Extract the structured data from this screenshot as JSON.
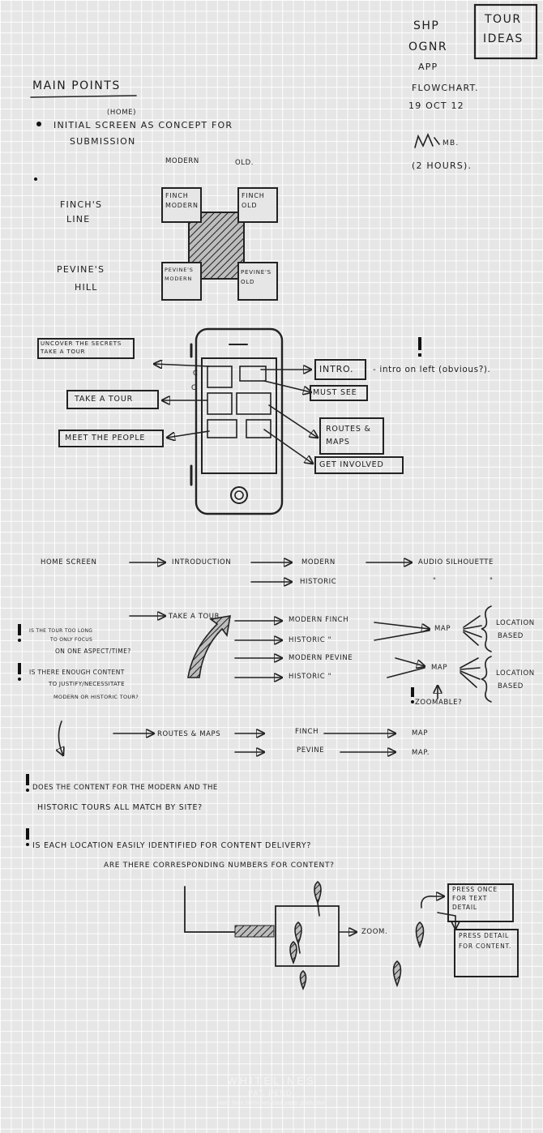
{
  "header": {
    "title_lines": [
      "SHP",
      "OGNR",
      "APP",
      "FLOWCHART."
    ],
    "date": "19 OCT 12",
    "signature": "mb.",
    "duration": "(2 HOURS)."
  },
  "tag_box": {
    "line1": "TOUR",
    "line2": "IDEAS"
  },
  "main_points": {
    "heading": "MAIN POINTS",
    "home_note": "(HOME)",
    "point1_line1": "INITIAL SCREEN AS CONCEPT FOR",
    "point1_line2": "SUBMISSION",
    "col_modern": "MODERN",
    "col_old": "OLD.",
    "row_finch": "FINCH'S",
    "row_finch2": "LINE",
    "row_pevine": "PEVINE'S",
    "row_pevine2": "HILL",
    "tiles": [
      "FINCH MODERN",
      "FINCH OLD",
      "PEVINE'S MODERN",
      "PEVINE'S OLD"
    ]
  },
  "phone_sketch": {
    "left_labels": [
      "UNCOVER THE SECRETS TAKE A TOUR",
      "TAKE A TOUR",
      "MEET THE PEOPLE"
    ],
    "right_labels": [
      "INTRO.",
      "MUST SEE",
      "ROUTES & MAPS",
      "GET INVOLVED"
    ],
    "intro_note": "- intro on left (obvious?).",
    "c_marks": [
      "C",
      "C"
    ]
  },
  "flow": {
    "home": "HOME SCREEN",
    "intro": "INTRODUCTION",
    "modern": "MODERN",
    "audio": "AUDIO SILHOUETTE",
    "historic": "HISTORIC",
    "ditto": "\"",
    "take_tour": "TAKE A TOUR",
    "modern_finch": "MODERN FINCH",
    "historic_ditto": "HISTORIC \"",
    "modern_pevine": "MODERN PEVINE",
    "map": "MAP",
    "location_based": [
      "LOCATION",
      "BASED"
    ],
    "zoomable": "ZOOMABLE?",
    "routes_maps": "ROUTES & MAPS",
    "finch": "FINCH",
    "pevine": "PEVINE",
    "map_dot": "MAP.",
    "q_long1": "IS THE TOUR TOO LONG",
    "q_long2": "TO ONLY FOCUS",
    "q_long3": "ON ONE ASPECT/TIME?",
    "q_enough1": "IS THERE ENOUGH CONTENT",
    "q_enough2": "TO JUSTIFY/NECESSITATE",
    "q_enough3": "MODERN OR HISTORIC TOUR?"
  },
  "questions": {
    "q1_line1": "DOES THE CONTENT FOR THE MODERN AND THE",
    "q1_line2": "HISTORIC TOURS ALL MATCH BY SITE?",
    "q2_line1": "IS EACH LOCATION EASILY IDENTIFIED FOR CONTENT DELIVERY?",
    "q2_line2": "ARE THERE CORRESPONDING NUMBERS FOR CONTENT?"
  },
  "zoom_sketch": {
    "zoom_label": "ZOOM.",
    "press_once": "PRESS ONCE FOR TEXT DETAIL",
    "press_detail": "PRESS DETAIL FOR CONTENT."
  },
  "footer": {
    "brand": "WHITELINES",
    "pat": "PAT. PEND.",
    "fine": "Made from 100% recycled paper production"
  }
}
